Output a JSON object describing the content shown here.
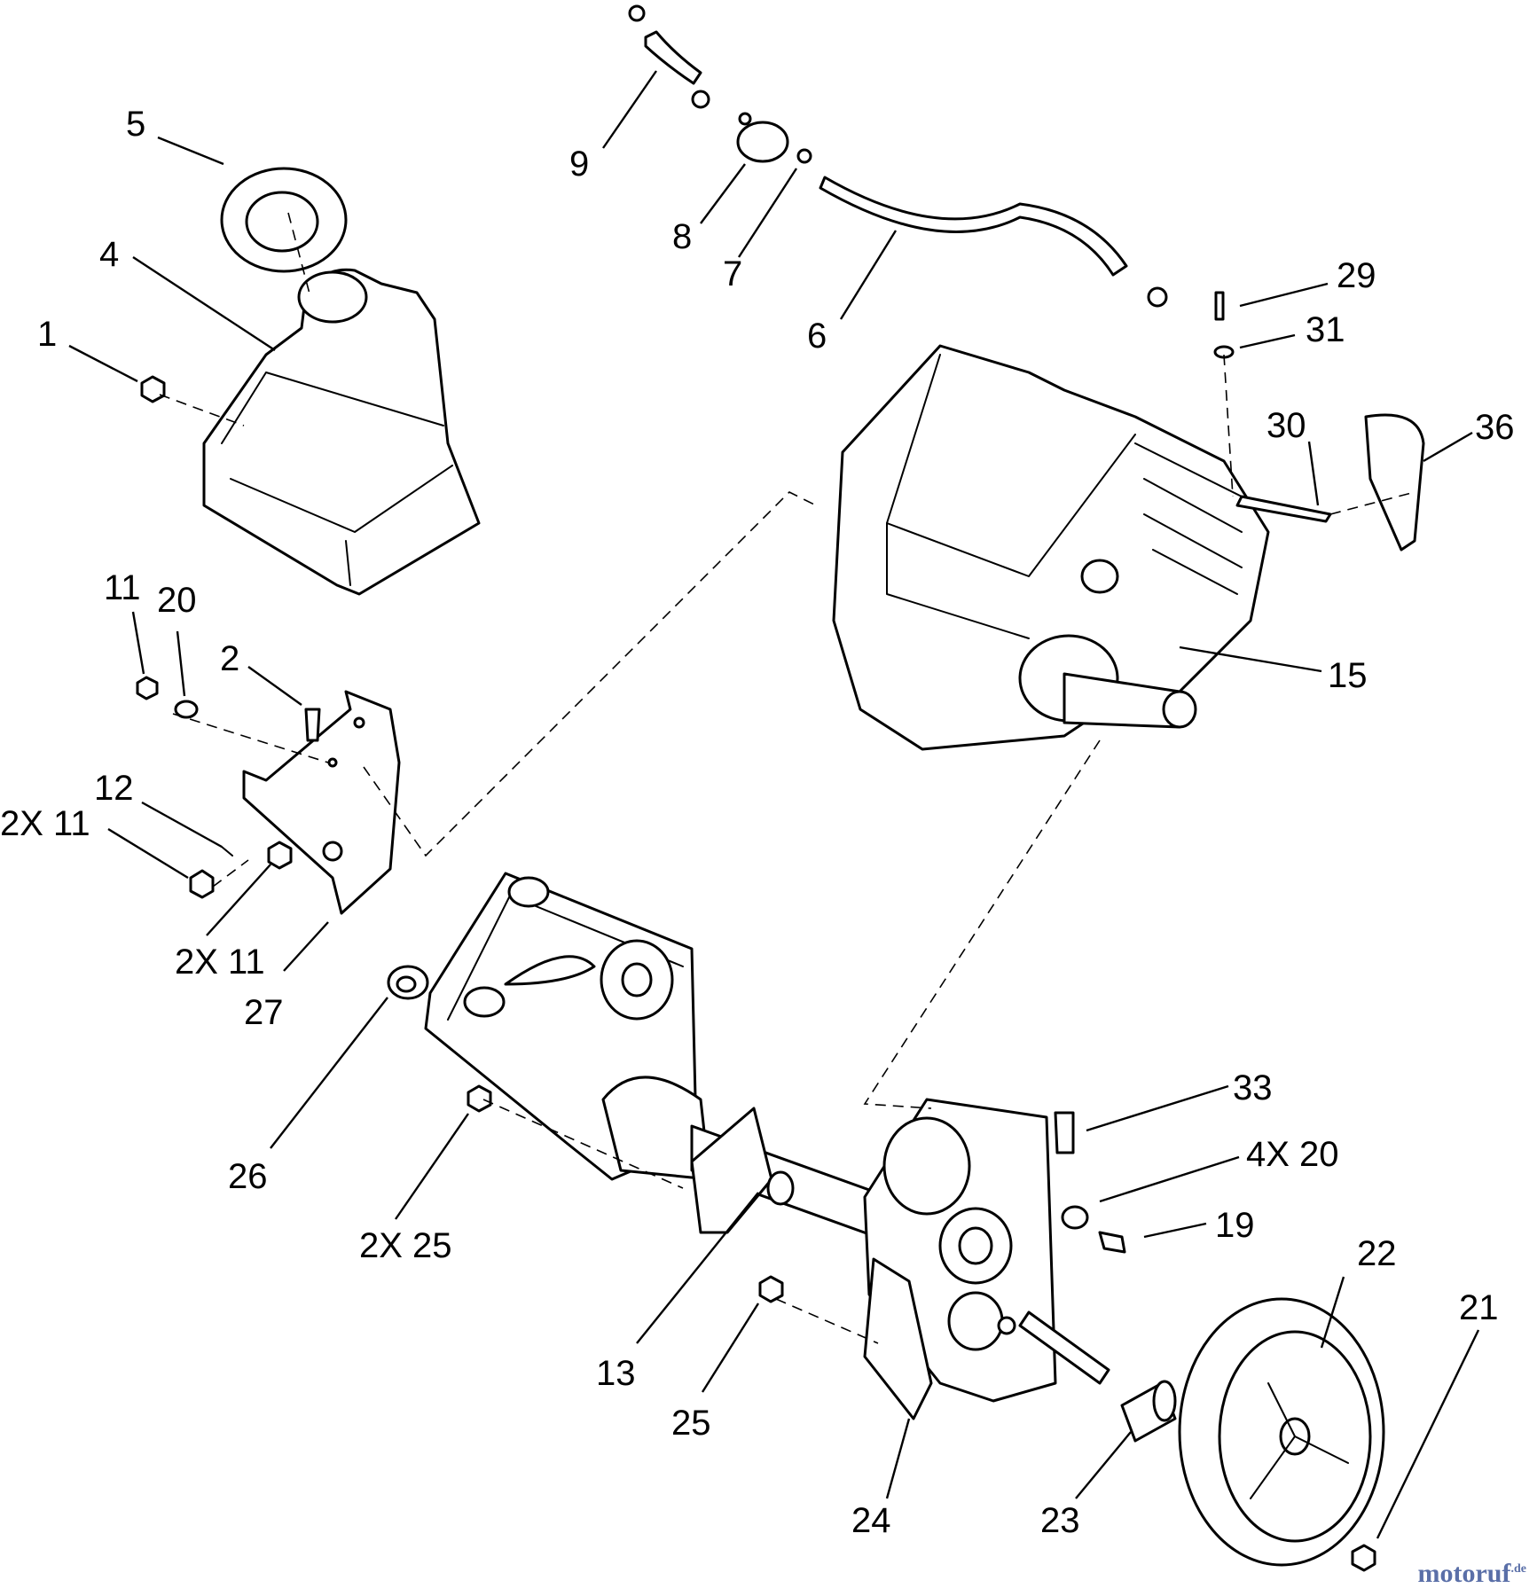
{
  "callouts": {
    "c5": "5",
    "c4": "4",
    "c1": "1",
    "c9": "9",
    "c8": "8",
    "c7": "7",
    "c6": "6",
    "c29": "29",
    "c31": "31",
    "c30": "30",
    "c36": "36",
    "c11": "11",
    "c20": "20",
    "c2": "2",
    "c15": "15",
    "c12": "12",
    "c2x11a": "2X 11",
    "c2x11b": "2X 11",
    "c27": "27",
    "c26": "26",
    "c33": "33",
    "c4x20": "4X 20",
    "c19": "19",
    "c2x25": "2X 25",
    "c22": "22",
    "c21": "21",
    "c13": "13",
    "c25": "25",
    "c24": "24",
    "c23": "23"
  },
  "watermark": {
    "text": "motoruf",
    "suffix": ".de"
  }
}
